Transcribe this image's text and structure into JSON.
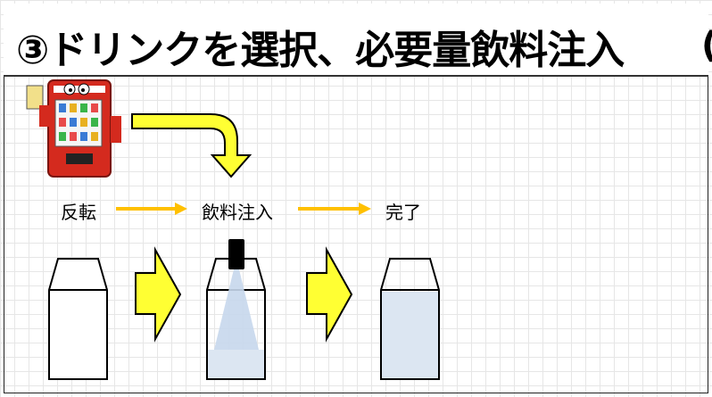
{
  "title": "③ドリンクを選択、必要量飲料注入",
  "title_clip": "(",
  "steps": [
    "反転",
    "飲料注入",
    "完了"
  ],
  "icons": [
    "vending-machine-mascot",
    "curved-arrow",
    "right-arrow",
    "cup",
    "block-arrow",
    "nozzle",
    "liquid-stream"
  ],
  "colors": {
    "arrow": "#ffff33",
    "arrow_stroke": "#000000",
    "small_arrow": "#ffc000",
    "liquid": "#dce6f2",
    "vending_red": "#d42a1e"
  }
}
